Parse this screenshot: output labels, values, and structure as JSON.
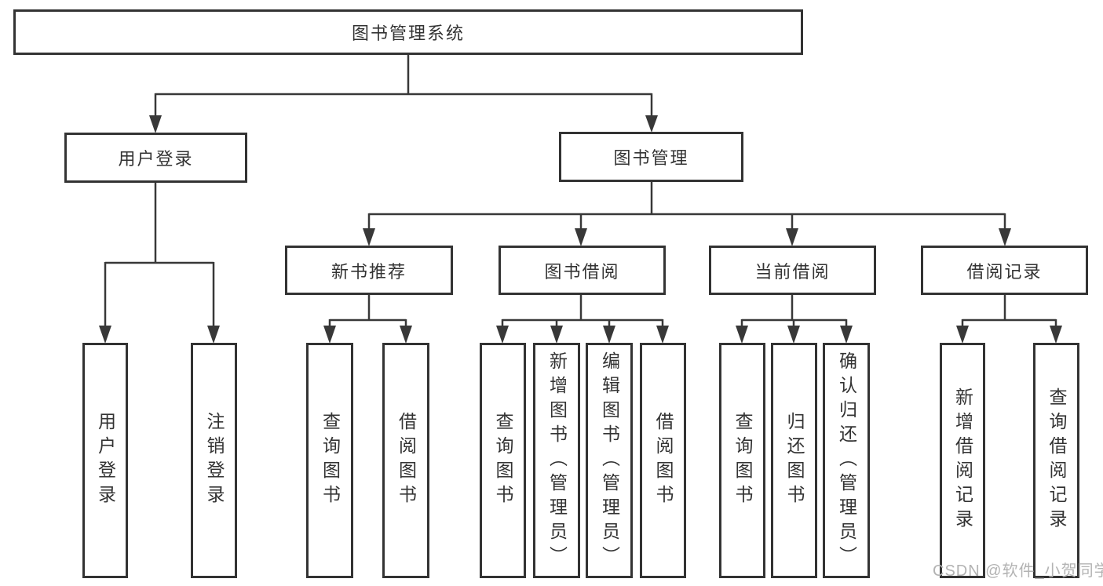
{
  "tree": {
    "label": "图书管理系统",
    "children": [
      {
        "label": "用户登录",
        "children": [
          {
            "label": "用户登录"
          },
          {
            "label": "注销登录"
          }
        ]
      },
      {
        "label": "图书管理",
        "children": [
          {
            "label": "新书推荐",
            "children": [
              {
                "label": "查询图书"
              },
              {
                "label": "借阅图书"
              }
            ]
          },
          {
            "label": "图书借阅",
            "children": [
              {
                "label": "查询图书"
              },
              {
                "label": "新增图书（管理员）"
              },
              {
                "label": "编辑图书（管理员）"
              },
              {
                "label": "借阅图书"
              }
            ]
          },
          {
            "label": "当前借阅",
            "children": [
              {
                "label": "查询图书"
              },
              {
                "label": "归还图书"
              },
              {
                "label": "确认归还（管理员）"
              }
            ]
          },
          {
            "label": "借阅记录",
            "children": [
              {
                "label": "新增借阅记录"
              },
              {
                "label": "查询借阅记录"
              }
            ]
          }
        ]
      }
    ]
  },
  "watermark": {
    "text": "CSDN @软件_小贺同学"
  },
  "colors": {
    "line": "#383838",
    "box_border": "#333333",
    "text": "#333333",
    "watermark": "#b3b3b3",
    "background": "#ffffff"
  }
}
